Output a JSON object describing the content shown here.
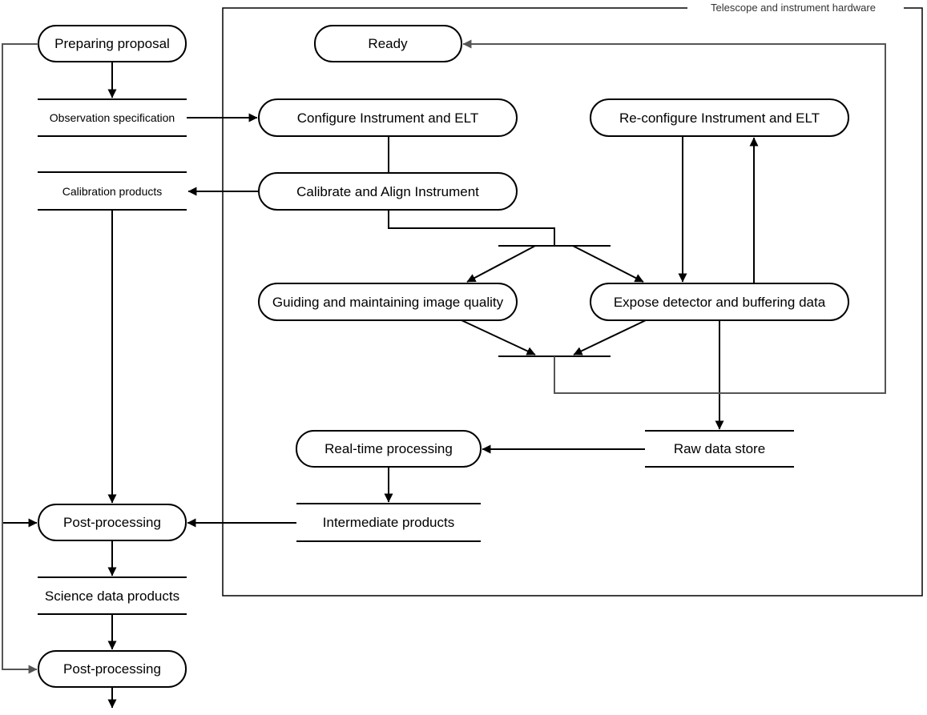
{
  "frame": {
    "label": "Telescope and instrument hardware"
  },
  "processes": {
    "preparing_proposal": "Preparing proposal",
    "ready": "Ready",
    "configure": "Configure Instrument and ELT",
    "reconfigure": "Re-configure Instrument and ELT",
    "calibrate": "Calibrate and Align Instrument",
    "guiding": "Guiding and maintaining image quality",
    "expose": "Expose detector and buffering data",
    "realtime": "Real-time processing",
    "postproc1": "Post-processing",
    "postproc2": "Post-processing"
  },
  "stores": {
    "observation_spec": "Observation specification",
    "calibration_products": "Calibration products",
    "raw_data": "Raw data store",
    "intermediate": "Intermediate products",
    "science_data": "Science data products"
  },
  "colors": {
    "line": "#000000",
    "feedback": "#555555",
    "frame": "#000000"
  }
}
